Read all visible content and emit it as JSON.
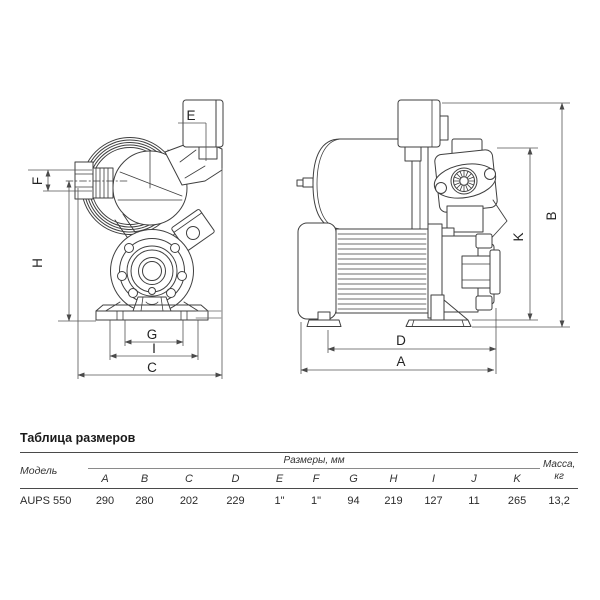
{
  "drawing": {
    "front_view": {
      "labels": {
        "e": "E",
        "f": "F",
        "h": "H",
        "g": "G",
        "i": "I",
        "c": "C"
      }
    },
    "side_view": {
      "labels": {
        "b": "B",
        "k": "K",
        "d": "D",
        "a": "A"
      }
    }
  },
  "table": {
    "title": "Таблица размеров",
    "headers": {
      "model": "Модель",
      "dimensions": "Размеры, мм",
      "mass_line1": "Масса,",
      "mass_line2": "кг"
    },
    "columns": [
      "A",
      "B",
      "C",
      "D",
      "E",
      "F",
      "G",
      "H",
      "I",
      "J",
      "K"
    ],
    "row": {
      "model": "AUPS 550",
      "values": [
        "290",
        "280",
        "202",
        "229",
        "1\"",
        "1\"",
        "94",
        "219",
        "127",
        "11",
        "265"
      ],
      "mass": "13,2"
    }
  }
}
